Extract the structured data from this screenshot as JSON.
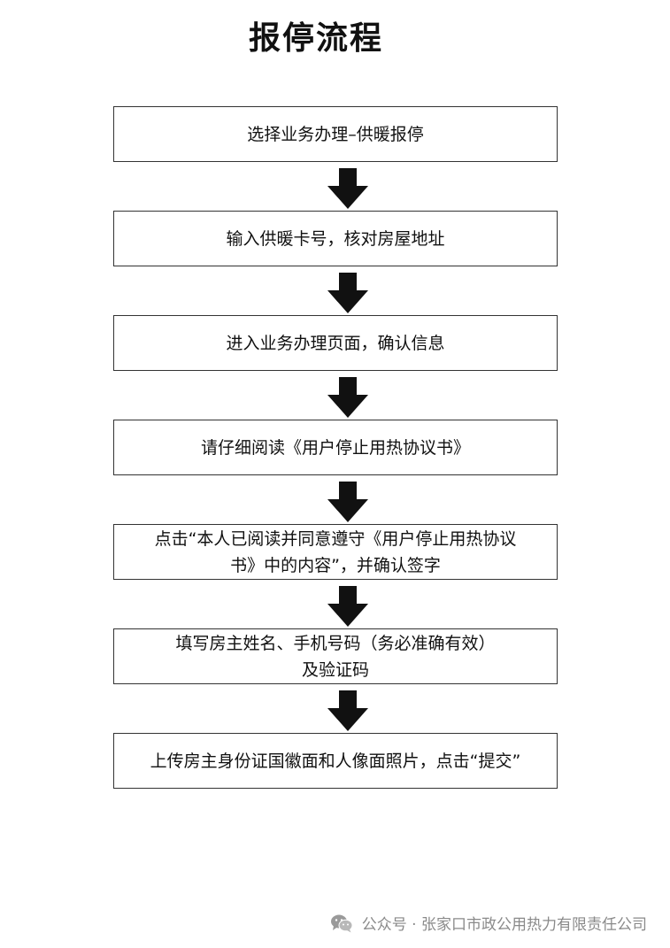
{
  "title": "报停流程",
  "steps": [
    {
      "lines": [
        "选择业务办理–供暖报停"
      ]
    },
    {
      "lines": [
        "输入供暖卡号，核对房屋地址"
      ]
    },
    {
      "lines": [
        "进入业务办理页面，确认信息"
      ]
    },
    {
      "lines": [
        "请仔细阅读《用户停止用热协议书》"
      ]
    },
    {
      "lines": [
        "点击“本人已阅读并同意遵守《用户停止用热协议",
        "书》中的内容”，并确认签字"
      ]
    },
    {
      "lines": [
        "填写房主姓名、手机号码（务必准确有效）",
        "及验证码"
      ]
    },
    {
      "lines": [
        "上传房主身份证国徽面和人像面照片，点击“提交”"
      ]
    }
  ],
  "footer": {
    "icon": "wechat-icon",
    "text": "公众号 · 张家口市政公用热力有限责任公司"
  },
  "colors": {
    "text": "#111111",
    "border": "#333333",
    "arrow": "#111111",
    "footer": "#8a8a8a"
  }
}
